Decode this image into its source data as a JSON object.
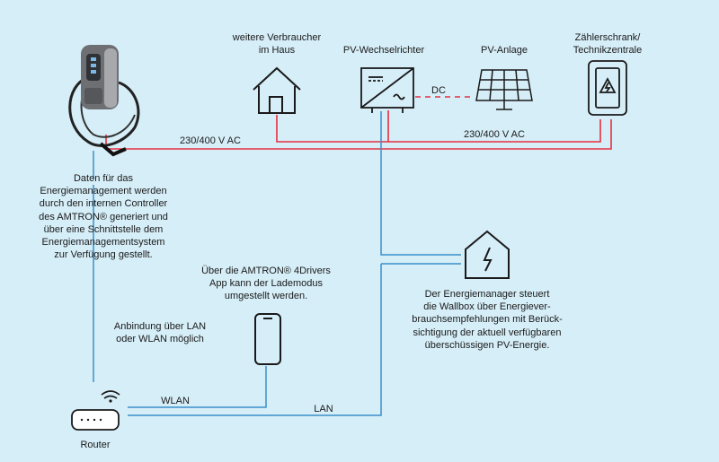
{
  "labels": {
    "consumers": "weitere Verbraucher\nim Haus",
    "inverter": "PV-Wechselrichter",
    "pv": "PV-Anlage",
    "cabinet": "Zählerschrank/\nTechnikzentrale",
    "dc": "DC",
    "ac_left": "230/400 V AC",
    "ac_right": "230/400 V AC",
    "wlan": "WLAN",
    "lan": "LAN",
    "router": "Router"
  },
  "notes": {
    "controller": "Daten für das\nEnergiemanagement werden\ndurch den internen Controller\ndes AMTRON® generiert und\nüber eine Schnittstelle dem\nEnergiemanagementsystem\nzur Verfügung gestellt.",
    "app": "Über die AMTRON® 4Drivers\nApp kann der Lademodus\numgestellt werden.",
    "connection": "Anbindung über LAN\noder WLAN möglich",
    "manager": "Der Energiemanager steuert\ndie Wallbox über Energiever-\nbrauchsempfehlungen mit Berück-\nsichtigung der aktuell verfügbaren\nüberschüssigen PV-Energie."
  },
  "colors": {
    "background": "#d6eef8",
    "power_line": "#e5303f",
    "data_line": "#3a8fc9",
    "icon_stroke": "#1a1a1a",
    "device_body": "#6d6f73",
    "device_led": "#7fb8e6"
  },
  "icons": [
    "wallbox-icon",
    "house-icon",
    "inverter-icon",
    "solar-panel-icon",
    "meter-cabinet-icon",
    "energy-manager-icon",
    "smartphone-icon",
    "router-icon"
  ]
}
